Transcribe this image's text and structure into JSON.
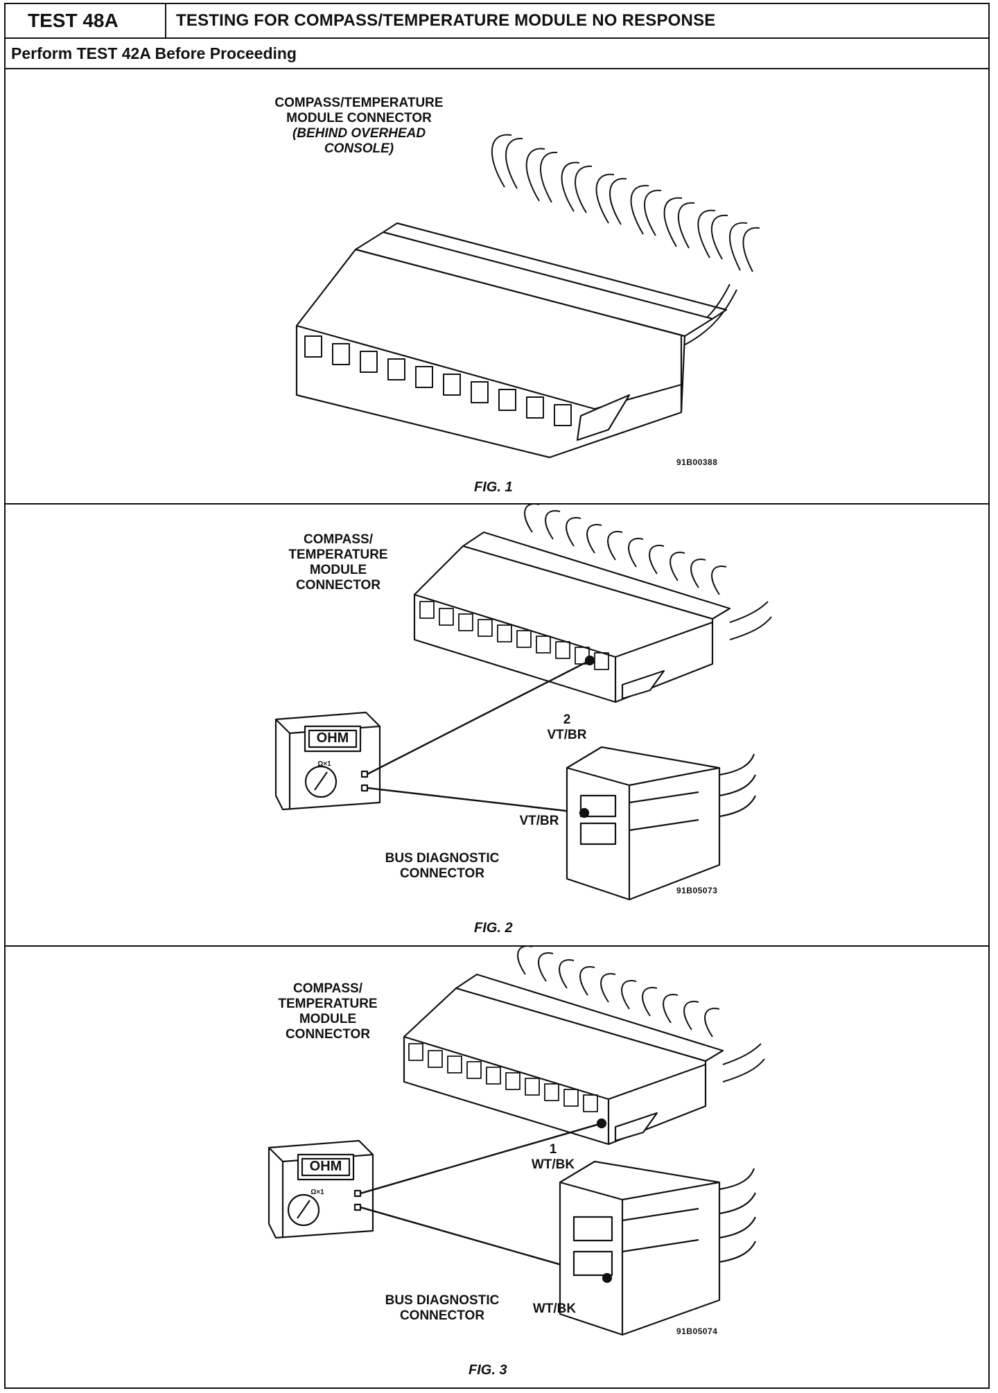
{
  "header": {
    "test_id": "TEST 48A",
    "title": "TESTING FOR COMPASS/TEMPERATURE MODULE NO RESPONSE"
  },
  "prerequisite": "Perform TEST 42A Before Proceeding",
  "fig1": {
    "label_line1": "COMPASS/TEMPERATURE",
    "label_line2": "MODULE CONNECTOR",
    "label_line3": "(BEHIND OVERHEAD",
    "label_line4": "CONSOLE)",
    "code": "91B00388",
    "caption": "FIG. 1"
  },
  "fig2": {
    "module_label": [
      "COMPASS/",
      "TEMPERATURE",
      "MODULE",
      "CONNECTOR"
    ],
    "meter_display": "OHM",
    "meter_range": "Ω×1",
    "pin_number": "2",
    "pin_wire": "VT/BR",
    "bus_wire": "VT/BR",
    "bus_label": [
      "BUS DIAGNOSTIC",
      "CONNECTOR"
    ],
    "code": "91B05073",
    "caption": "FIG. 2"
  },
  "fig3": {
    "module_label": [
      "COMPASS/",
      "TEMPERATURE",
      "MODULE",
      "CONNECTOR"
    ],
    "meter_display": "OHM",
    "meter_range": "Ω×1",
    "pin_number": "1",
    "pin_wire": "WT/BK",
    "bus_wire": "WT/BK",
    "bus_label": [
      "BUS DIAGNOSTIC",
      "CONNECTOR"
    ],
    "code": "91B05074",
    "caption": "FIG. 3"
  }
}
